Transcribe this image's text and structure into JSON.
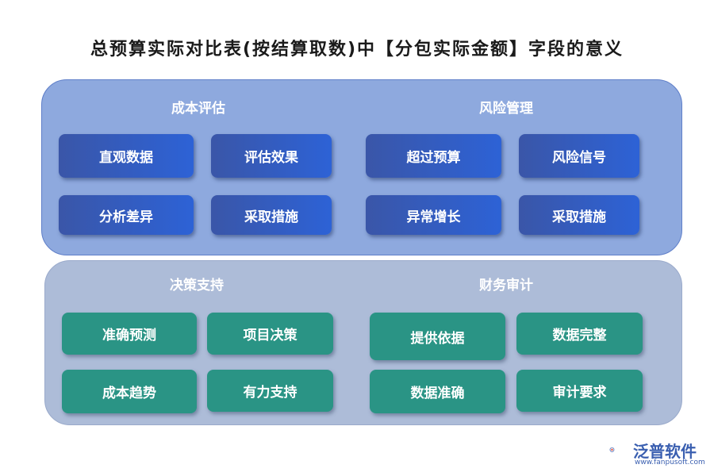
{
  "title": "总预算实际对比表(按结算取数)中【分包实际金额】字段的意义",
  "groups": {
    "cost": {
      "title": "成本评估",
      "items": [
        "直观数据",
        "评估效果",
        "分析差异",
        "采取措施"
      ]
    },
    "risk": {
      "title": "风险管理",
      "items": [
        "超过预算",
        "风险信号",
        "异常增长",
        "采取措施"
      ]
    },
    "decision": {
      "title": "决策支持",
      "items": [
        "准确预测",
        "项目决策",
        "成本趋势",
        "有力支持"
      ]
    },
    "audit": {
      "title": "财务审计",
      "items": [
        "提供依据",
        "数据完整",
        "数据准确",
        "审计要求"
      ]
    }
  },
  "logo": {
    "name": "泛普软件",
    "url": "www.fanpusoft.com"
  },
  "colors": {
    "top_panel": "#8ea9de",
    "bottom_panel": "#adbcd8",
    "blue_box": "#2d62d6",
    "green_box": "#2a9485"
  }
}
